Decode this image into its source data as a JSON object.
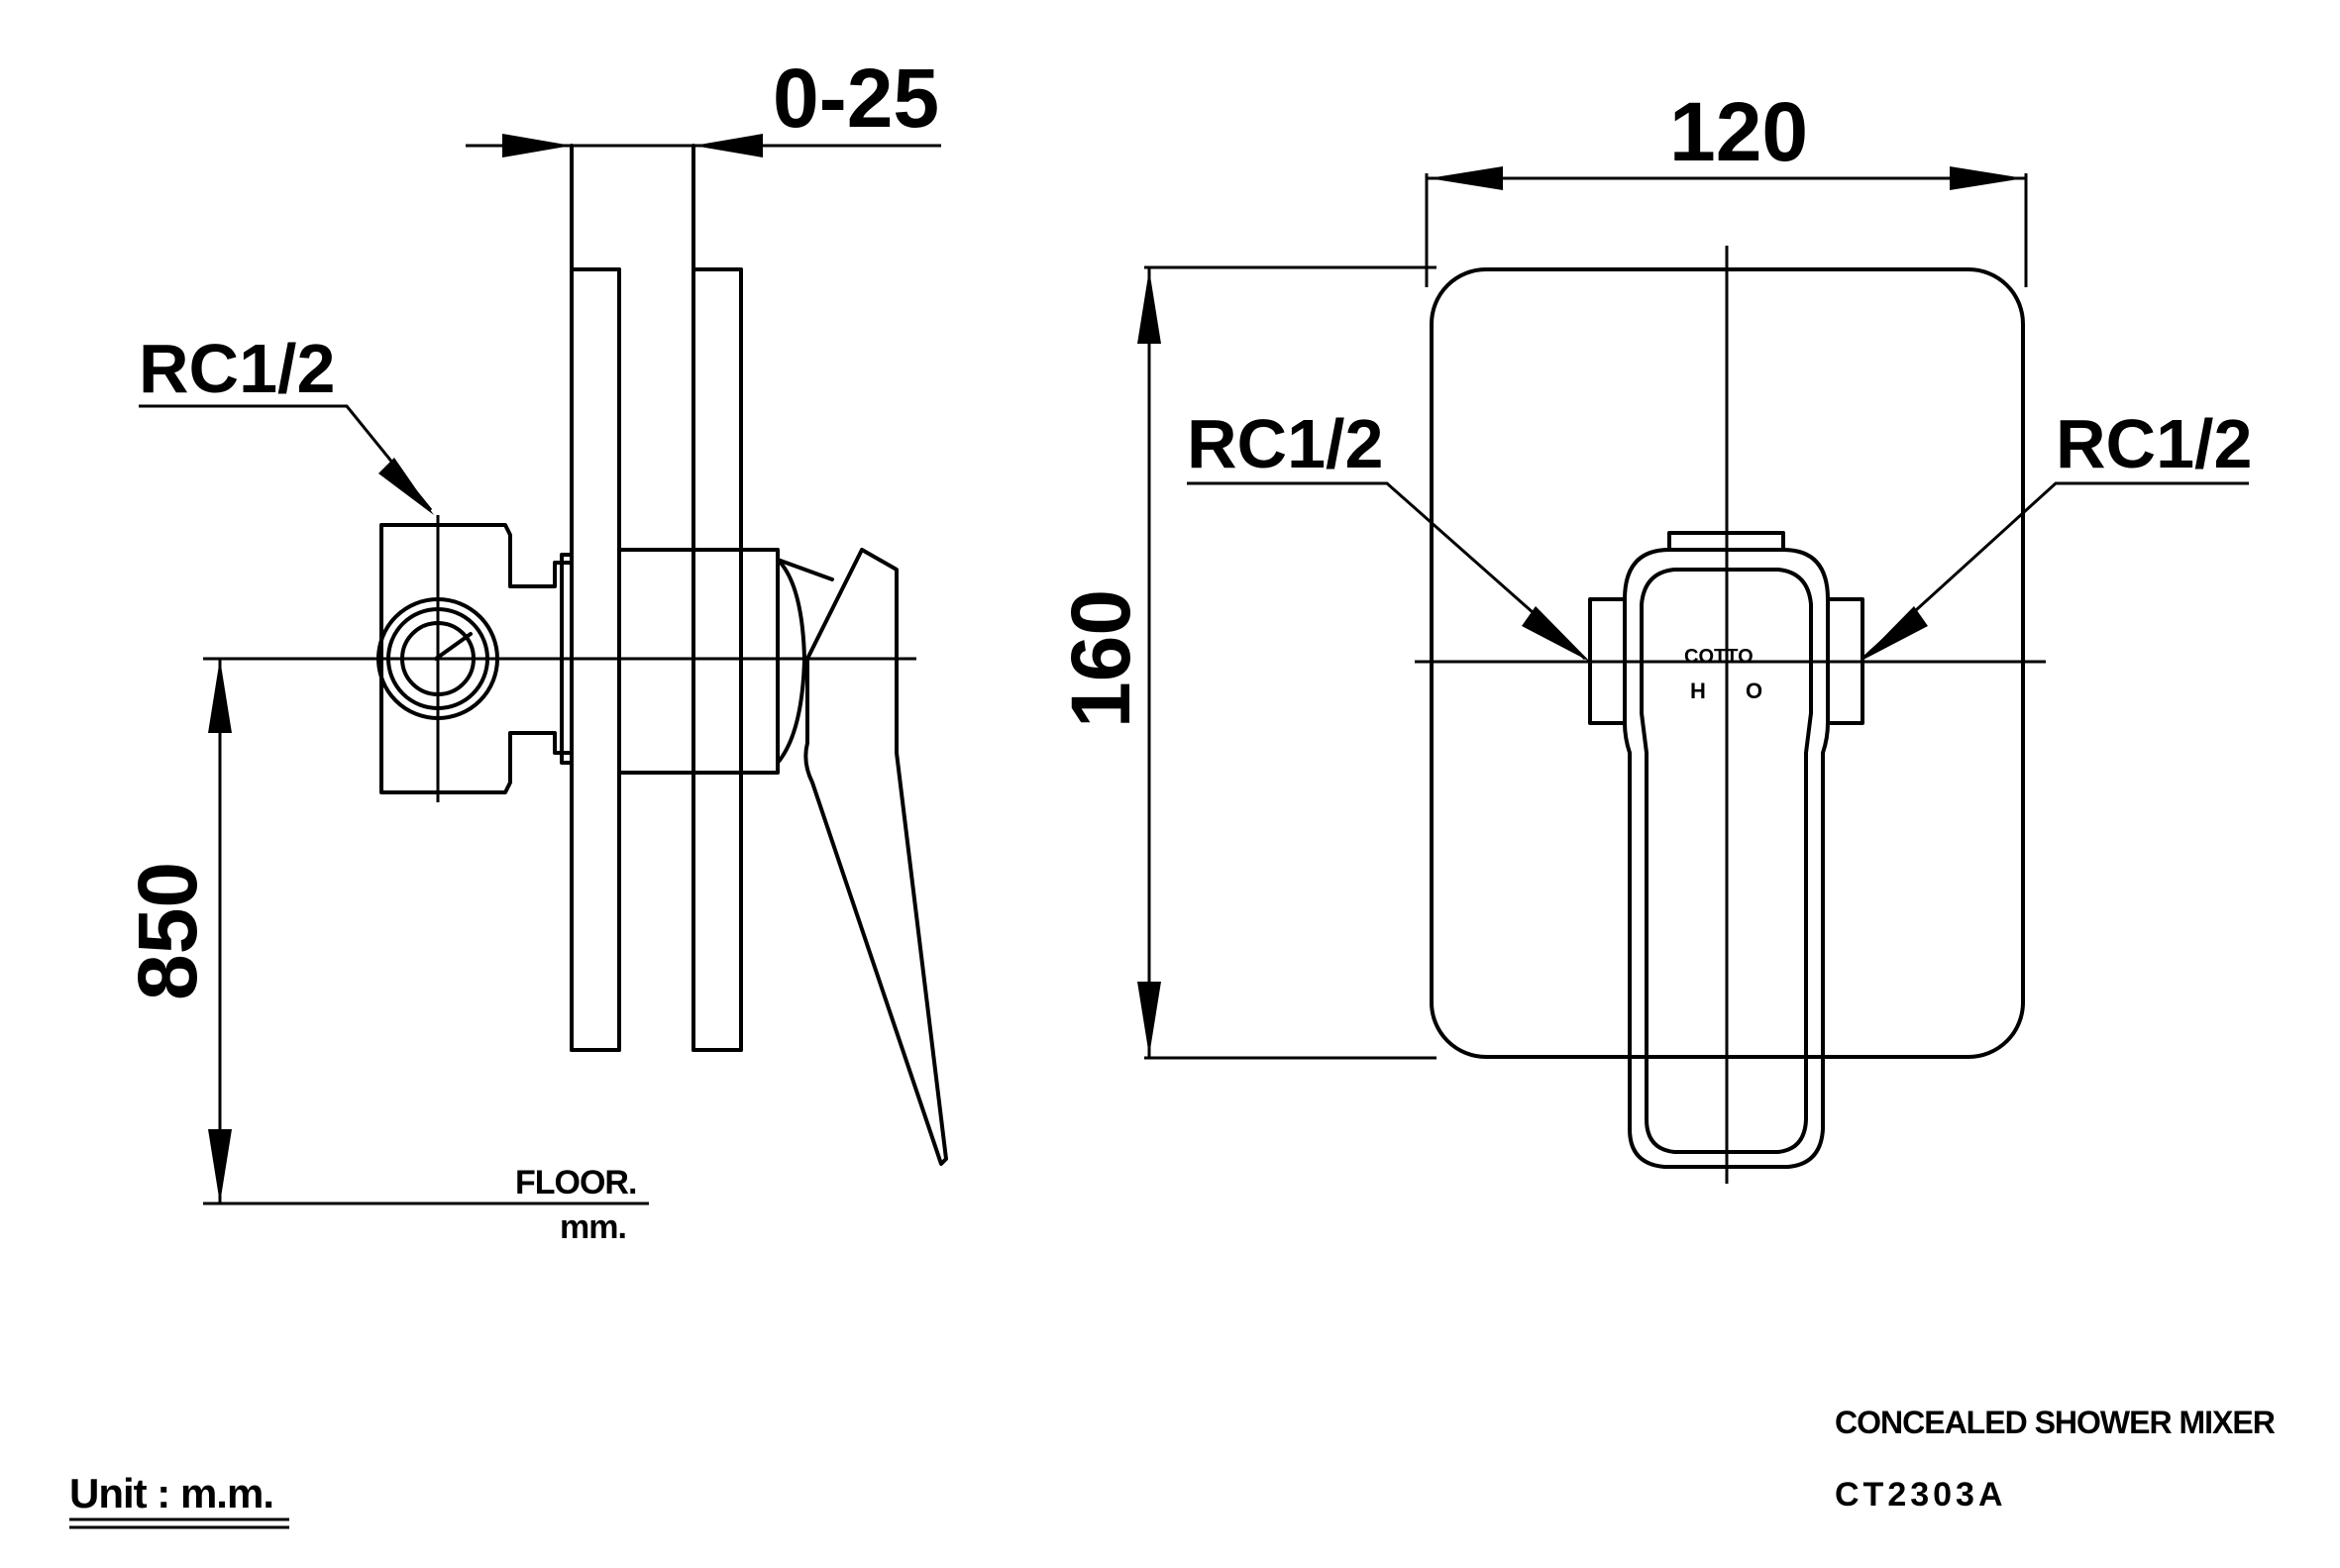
{
  "drawing": {
    "side_view": {
      "depth_dimension": "0-25",
      "inlet_label": "RC1/2",
      "height_dimension": "850",
      "floor_label": "FLOOR.",
      "unit_suffix": "mm."
    },
    "front_view": {
      "width_dimension": "120",
      "height_dimension": "160",
      "left_inlet_label": "RC1/2",
      "right_inlet_label": "RC1/2",
      "brand_mark": "COTTO",
      "hot_label": "H",
      "cold_label": "O"
    },
    "title_block": {
      "product_name": "CONCEALED SHOWER  MIXER",
      "model_code": "CT2303A",
      "unit_note": "Unit : m.m."
    }
  }
}
